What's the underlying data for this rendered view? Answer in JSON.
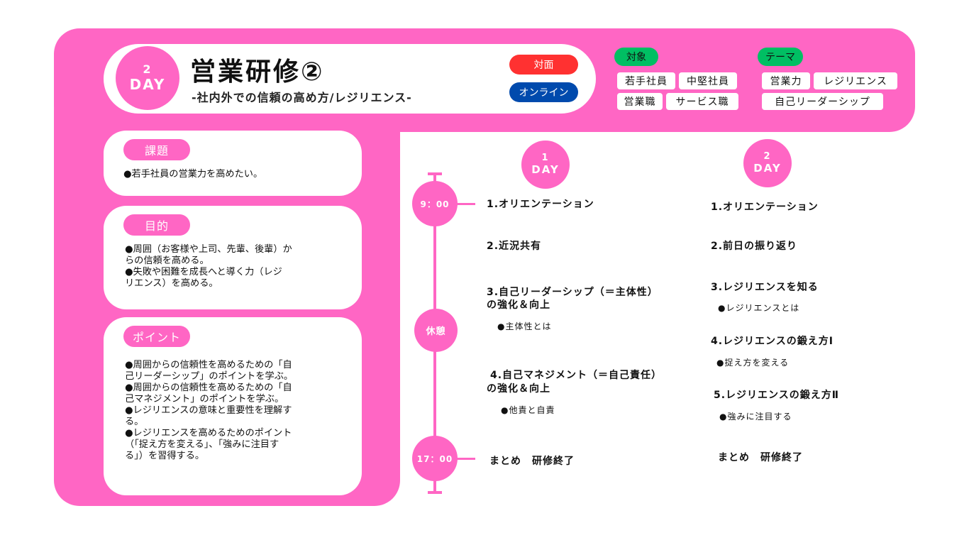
{
  "header": {
    "day_num": "2",
    "day_label": "DAY",
    "title": "営業研修②",
    "subtitle": "-社内外での信頼の高め方/レジリエンス-",
    "format_in_person": "対面",
    "format_online": "オンライン",
    "target_label": "対象",
    "targets": [
      "若手社員",
      "中堅社員",
      "営業職",
      "サービス職"
    ],
    "theme_label": "テーマ",
    "themes": [
      "営業力",
      "レジリエンス",
      "自己リーダーシップ"
    ]
  },
  "colors": {
    "accent_pink": "#ff66c4",
    "red": "#ff3131",
    "blue": "#004aad",
    "green": "#00bf63"
  },
  "issue": {
    "label": "課題",
    "lines": [
      "●若手社員の営業力を高めたい。"
    ]
  },
  "purpose": {
    "label": "目的",
    "lines": [
      "●周囲（お客様や上司、先輩、後輩）か",
      "らの信頼を高める。",
      "●失敗や困難を成長へと導く力（レジ",
      "リエンス）を高める。"
    ]
  },
  "points": {
    "label": "ポイント",
    "lines": [
      "●周囲からの信頼性を高めるための「自",
      "己リーダーシップ」のポイントを学ぶ。",
      "●周囲からの信頼性を高めるための「自",
      "己マネジメント」のポイントを学ぶ。",
      "●レジリエンスの意味と重要性を理解す",
      "る。",
      "●レジリエンスを高めるためのポイント",
      "（「捉え方を変える」、「強みに注目す",
      "る」）を習得する。"
    ]
  },
  "timeline": {
    "start": "9：00",
    "break": "休憩",
    "end": "17：00"
  },
  "day1": {
    "num": "1",
    "label": "DAY",
    "item1": "1.オリエンテーション",
    "item2": "2.近況共有",
    "item3_line1": "3.自己リーダーシップ（＝主体性）",
    "item3_line2": "の強化＆向上",
    "item3_sub": "●主体性とは",
    "item4_line1": "4.自己マネジメント（＝自己責任）",
    "item4_line2": "の強化＆向上",
    "item4_sub": "●他責と自責",
    "closing": "まとめ　研修終了"
  },
  "day2": {
    "num": "2",
    "label": "DAY",
    "item1": "1.オリエンテーション",
    "item2": "2.前日の振り返り",
    "item3": "3.レジリエンスを知る",
    "item3_sub": "●レジリエンスとは",
    "item4": "4.レジリエンスの鍛え方Ⅰ",
    "item4_sub": "●捉え方を変える",
    "item5": "5.レジリエンスの鍛え方Ⅱ",
    "item5_sub": "●強みに注目する",
    "closing": "まとめ　研修終了"
  }
}
